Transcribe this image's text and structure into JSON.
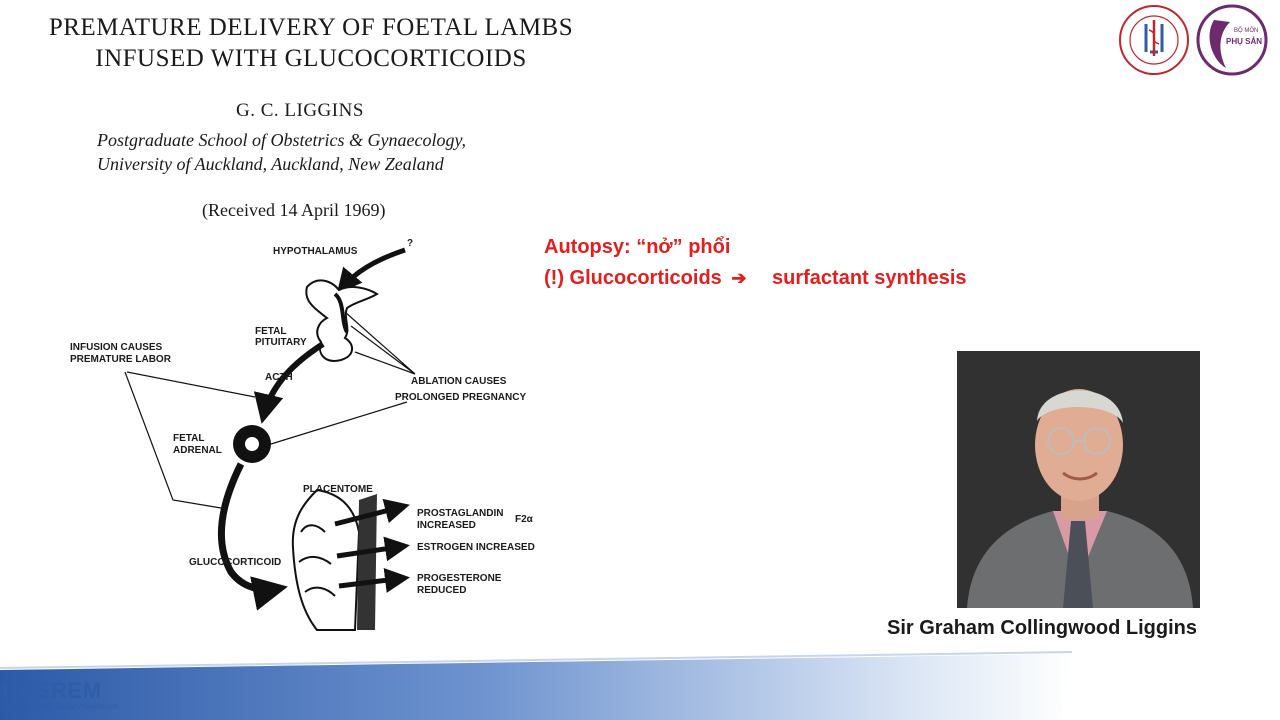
{
  "paper": {
    "title_line1": "PREMATURE DELIVERY OF FOETAL LAMBS",
    "title_line2": "INFUSED WITH GLUCOCORTICOIDS",
    "author": "G. C. LIGGINS",
    "affiliation_line1": "Postgraduate School of Obstetrics & Gynaecology,",
    "affiliation_line2": "University of Auckland, Auckland, New Zealand",
    "received": "(Received 14 April 1969)"
  },
  "diagram": {
    "hypothalamus": "HYPOTHALAMUS",
    "question": "?",
    "fetal": "FETAL",
    "pituitary": "PITUITARY",
    "infusion_line1": "INFUSION CAUSES",
    "infusion_line2": "PREMATURE LABOR",
    "acth": "ACTH",
    "ablation_line1": "ABLATION CAUSES",
    "ablation_line2": "PROLONGED PREGNANCY",
    "adrenal": "ADRENAL",
    "placentome": "PLACENTOME",
    "prostaglandin": "PROSTAGLANDIN",
    "prostaglandin_sub": "F2α",
    "increased": "INCREASED",
    "estrogen": "ESTROGEN INCREASED",
    "progesterone": "PROGESTERONE",
    "reduced": "REDUCED",
    "glucocorticoid": "GLUCOCORTICOID"
  },
  "notes": {
    "line1": "Autopsy: “nở” phổi",
    "line2_a": "(!) Glucocorticoids",
    "arrow": "➔",
    "line2_b": "surfactant synthesis"
  },
  "photo": {
    "caption": "Sir Graham Collingwood Liggins"
  },
  "logos": {
    "right_line1": "BỘ MÔN",
    "right_line2": "PHỤ SẢN"
  },
  "footer": {
    "brand": "HOSREM",
    "tagline": "Knowledge for Better Healthcare"
  },
  "colors": {
    "accent_red": "#e41e1e",
    "brand_blue": "#2f5da8",
    "logo_purple": "#6e2a6e",
    "logo_red": "#c0262d"
  }
}
